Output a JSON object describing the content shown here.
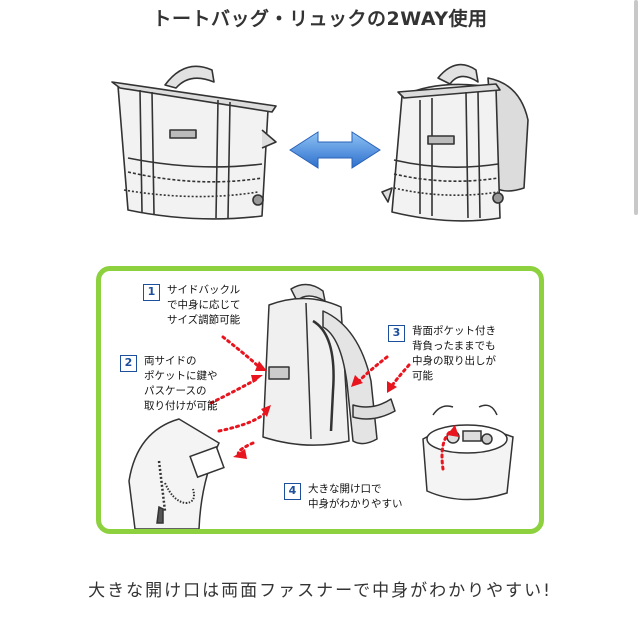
{
  "heading": "トートバッグ・リュックの2WAY使用",
  "features": [
    {
      "num": "1",
      "lines": [
        "サイドバックル",
        "で中身に応じて",
        "サイズ調節可能"
      ]
    },
    {
      "num": "2",
      "lines": [
        "両サイドの",
        "ポケットに鍵や",
        "パスケースの",
        "取り付けが可能"
      ]
    },
    {
      "num": "3",
      "lines": [
        "背面ポケット付き",
        "背負ったままでも",
        "中身の取り出しが",
        "可能"
      ]
    },
    {
      "num": "4",
      "lines": [
        "大きな開け口で",
        "中身がわかりやすい"
      ]
    }
  ],
  "caption": "大きな開け口は両面ファスナーで中身がわかりやすい!",
  "colors": {
    "box_border": "#8dd13f",
    "number_badge": "#1c4f9c",
    "arrow_blue": "#3d7fd6",
    "red_dots": "#e8141e"
  },
  "icons": [
    "tote-bag-illustration",
    "backpack-illustration",
    "double-arrow-icon",
    "key-chain-illustration",
    "open-bag-illustration"
  ]
}
